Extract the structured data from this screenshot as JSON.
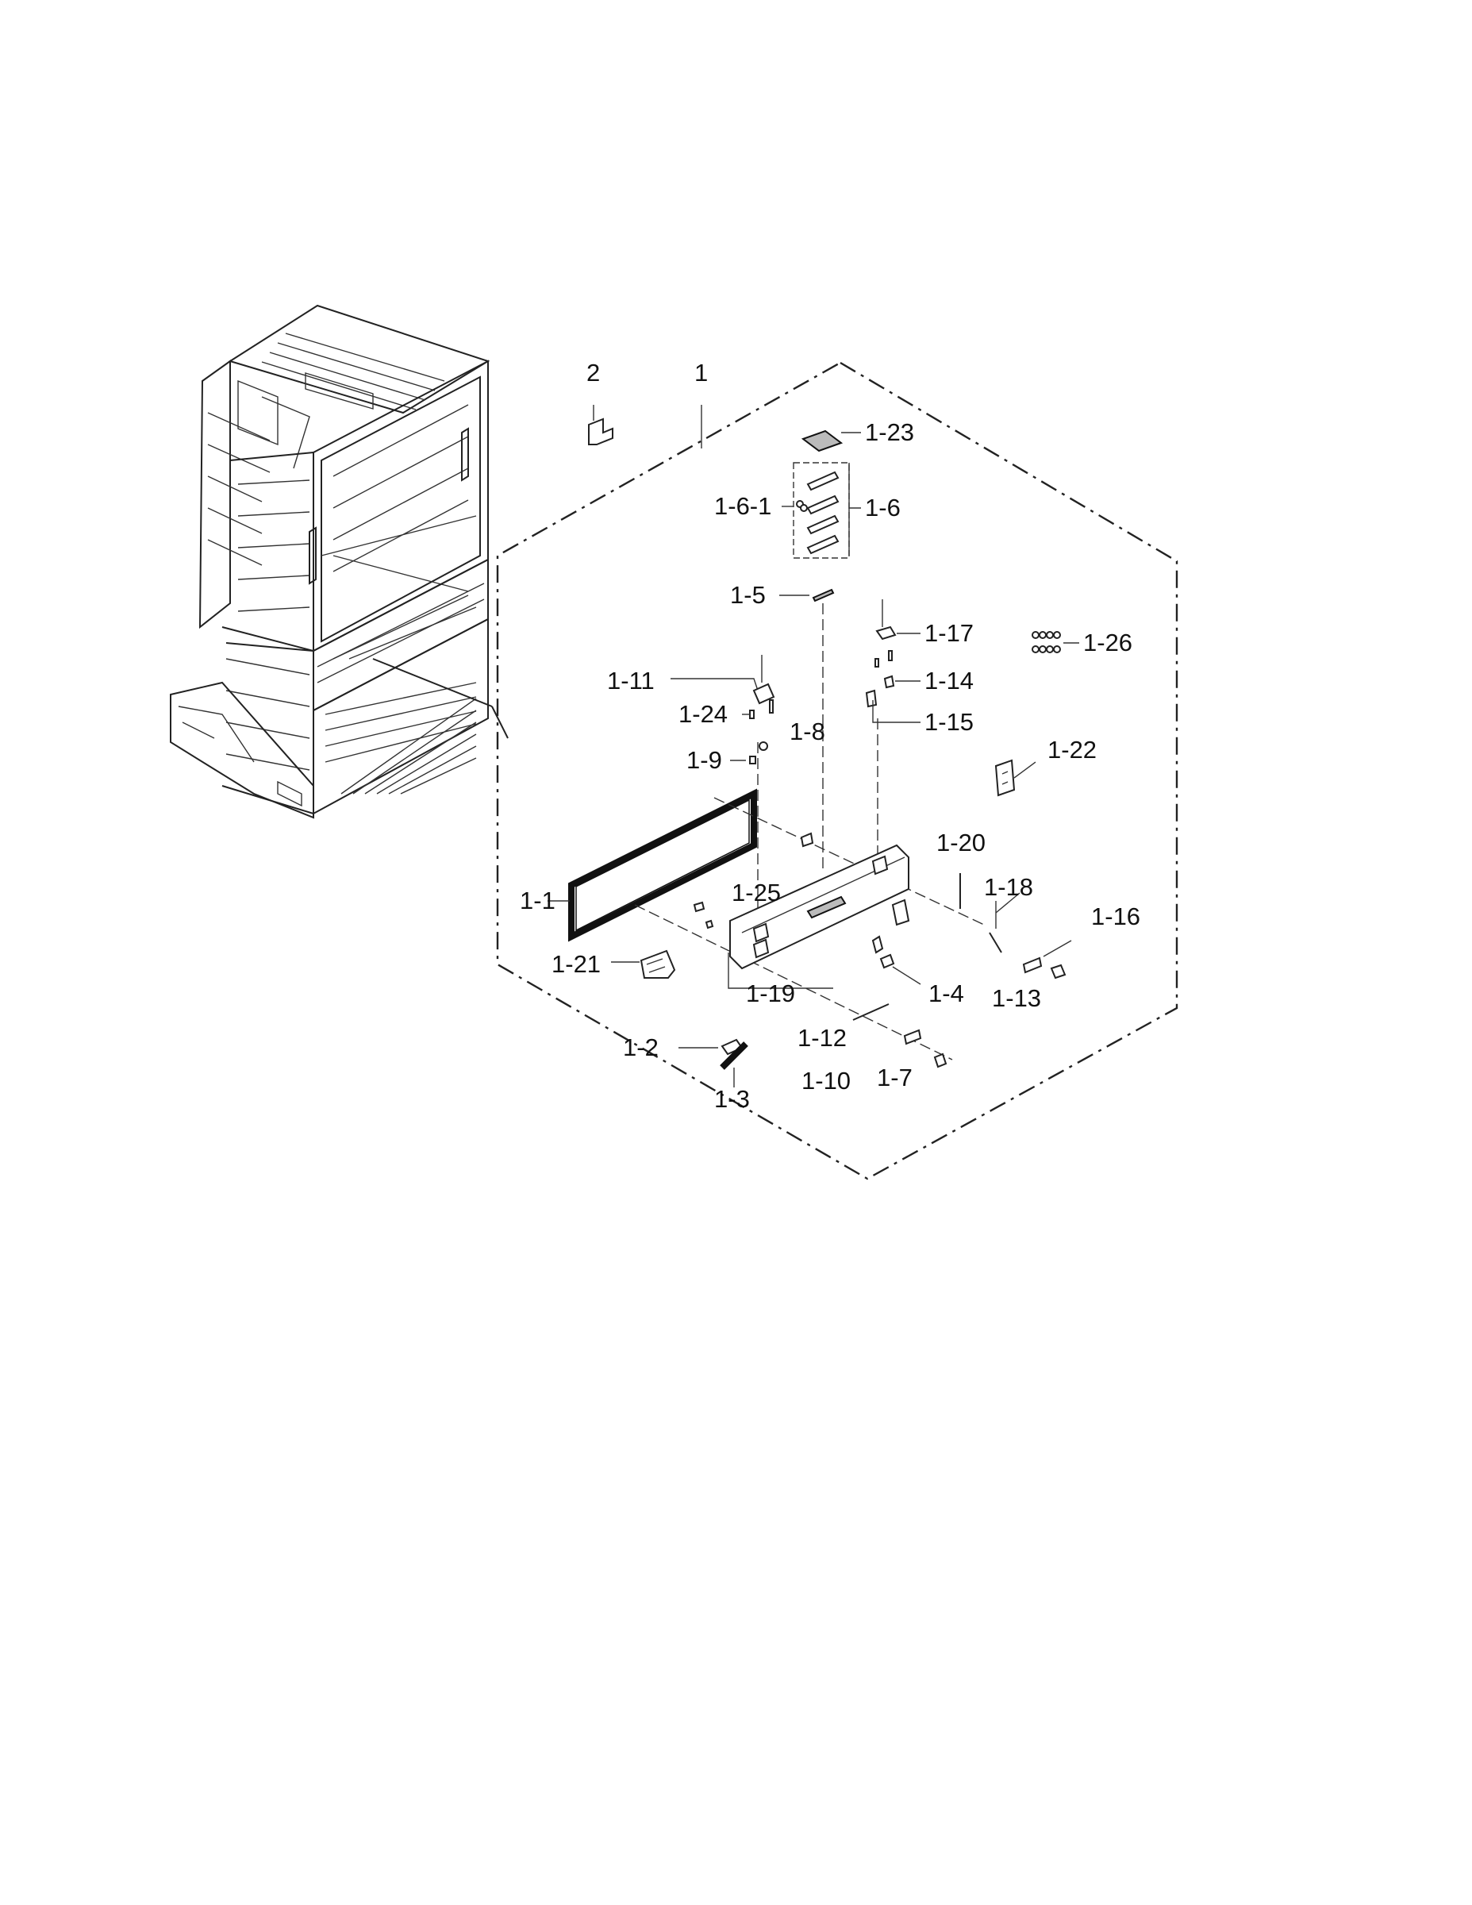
{
  "labels": [
    {
      "id": "2",
      "text": "2"
    },
    {
      "id": "1",
      "text": "1"
    },
    {
      "id": "1-23",
      "text": "1-23"
    },
    {
      "id": "1-6-1",
      "text": "1-6-1"
    },
    {
      "id": "1-6",
      "text": "1-6"
    },
    {
      "id": "1-5",
      "text": "1-5"
    },
    {
      "id": "1-17",
      "text": "1-17"
    },
    {
      "id": "1-26",
      "text": "1-26"
    },
    {
      "id": "1-11",
      "text": "1-11"
    },
    {
      "id": "1-14",
      "text": "1-14"
    },
    {
      "id": "1-24",
      "text": "1-24"
    },
    {
      "id": "1-15",
      "text": "1-15"
    },
    {
      "id": "1-8",
      "text": "1-8"
    },
    {
      "id": "1-9",
      "text": "1-9"
    },
    {
      "id": "1-22",
      "text": "1-22"
    },
    {
      "id": "1-20",
      "text": "1-20"
    },
    {
      "id": "1-18",
      "text": "1-18"
    },
    {
      "id": "1-1",
      "text": "1-1"
    },
    {
      "id": "1-25",
      "text": "1-25"
    },
    {
      "id": "1-16",
      "text": "1-16"
    },
    {
      "id": "1-21",
      "text": "1-21"
    },
    {
      "id": "1-4",
      "text": "1-4"
    },
    {
      "id": "1-13",
      "text": "1-13"
    },
    {
      "id": "1-19",
      "text": "1-19"
    },
    {
      "id": "1-12",
      "text": "1-12"
    },
    {
      "id": "1-2",
      "text": "1-2"
    },
    {
      "id": "1-10",
      "text": "1-10"
    },
    {
      "id": "1-7",
      "text": "1-7"
    },
    {
      "id": "1-3",
      "text": "1-3"
    }
  ]
}
